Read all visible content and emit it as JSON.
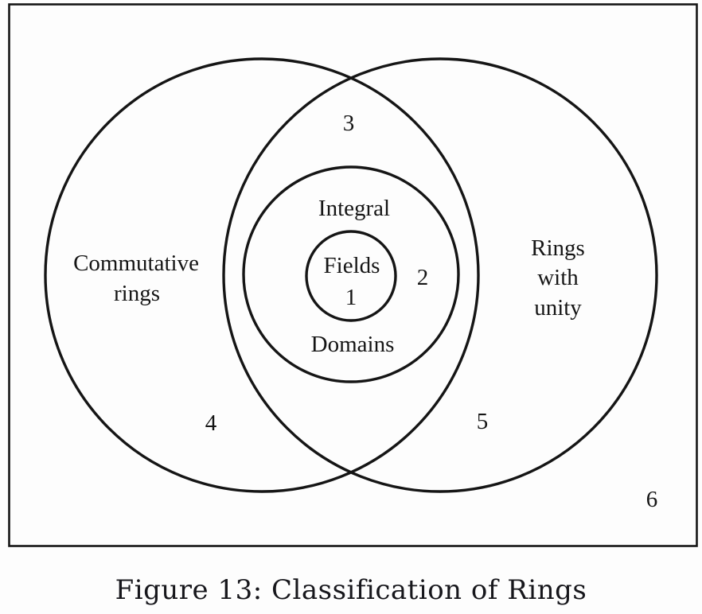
{
  "figure": {
    "caption": "Figure 13: Classification of Rings"
  },
  "diagram": {
    "ink_color": "#151515",
    "sets": {
      "commutative_rings": {
        "label_line1": "Commutative",
        "label_line2": "rings"
      },
      "rings_with_unity": {
        "label_line1": "Rings",
        "label_line2": "with",
        "label_line3": "unity"
      },
      "integral_domains": {
        "label_line1": "Integral",
        "label_line2": "Domains"
      },
      "fields": {
        "label": "Fields"
      }
    },
    "region_numbers": {
      "fields": "1",
      "integral_domains": "2",
      "intersection_top": "3",
      "commutative_only": "4",
      "unity_only": "5",
      "outside": "6"
    }
  }
}
